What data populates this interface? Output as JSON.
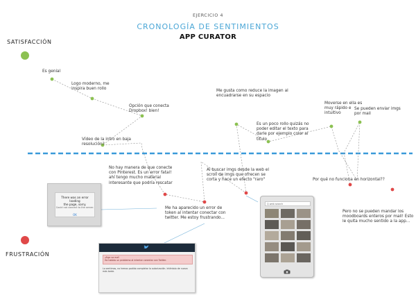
{
  "header": {
    "exercise": "EJERCICIO 4",
    "title": "CRONOLOGÍA DE SENTIMIENTOS",
    "subtitle": "APP CURATOR"
  },
  "axis": {
    "top_label": "SATISFACCIÓN",
    "bottom_label": "FRUSTRACIÓN",
    "color_top": "#8cc152",
    "color_bottom": "#e04848",
    "baseline_color": "#3a9ad9"
  },
  "notes": [
    {
      "text": "Es genial"
    },
    {
      "text": "Logo moderno, me inspira buen rollo"
    },
    {
      "text": "Opción que conecta Dropbox! bien!"
    },
    {
      "text": "Vídeo de la intro en baja resolución?"
    },
    {
      "text": "No hay manera de que conecte con Pinterest. Es un error fatal! ahí tengo mucho material interesante que podría rescatar"
    },
    {
      "text": "Me ha aparecido un error de token al intentar conectar con twitter. Me estoy frustrando..."
    },
    {
      "text": "Al buscar imgs desde la web el scroll de imgs que ofrecen se corta y hace un efecto \"raro\""
    },
    {
      "text": "Me gusta como reduce la imagen al encuadrarse en su espacio"
    },
    {
      "text": "Es un poco rollo quizás no poder editar el texto para darle por ejemplo color al titulo"
    },
    {
      "text": "Moverse en ella es muy rápido e intuitivo"
    },
    {
      "text": "Por qué no funciona en horizontal??"
    },
    {
      "text": "Se pueden enviar imgs por mail"
    },
    {
      "text": "Pero no se pueden mandar los moodboards enteros por mail! Esto le quita mucho sentido a la app..."
    }
  ],
  "screenshots": {
    "error_dialog": {
      "line1": "There was an error loading",
      "line2": "the page, sorry.",
      "line3": "Could not connect to the server.",
      "button": "OK"
    },
    "twitter": {
      "alert_title": "¡Algo va mal!",
      "alert_text": "Ha habido un problema al intentar conectar con Twitter.",
      "body_text": "Lo sentimos, no hemos podido completar la autorización. Inténtalo de nuevo más tarde."
    },
    "tablet": {
      "search": "Q  web search"
    }
  }
}
